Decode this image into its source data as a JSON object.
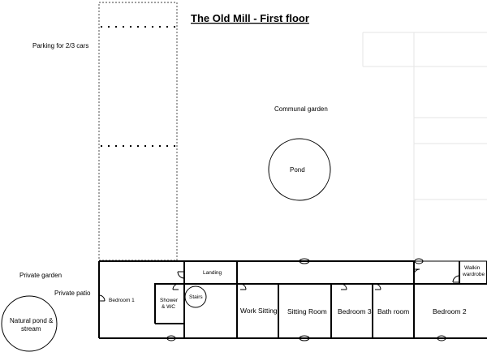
{
  "title": "The Old Mill - First floor",
  "labels": {
    "parking": "Parking for 2/3  cars",
    "communal_garden": "Communal garden",
    "pond": "Pond",
    "private_garden": "Private garden",
    "private_patio": "Private patio",
    "natural_pond_line1": "Natural pond &",
    "natural_pond_line2": "stream",
    "bedroom1": "Bedroom 1",
    "shower_line1": "Shower",
    "shower_line2": "& WC",
    "stairs": "Stairs",
    "landing": "Landing",
    "work_sitting": "Work Sitting",
    "sitting_room": "Sitting Room",
    "bedroom3": "Bedroom 3",
    "bathroom": "Bath room",
    "bedroom2": "Bedroom 2",
    "walkin_line1": "Walkin",
    "walkin_line2": "wardrobe"
  }
}
